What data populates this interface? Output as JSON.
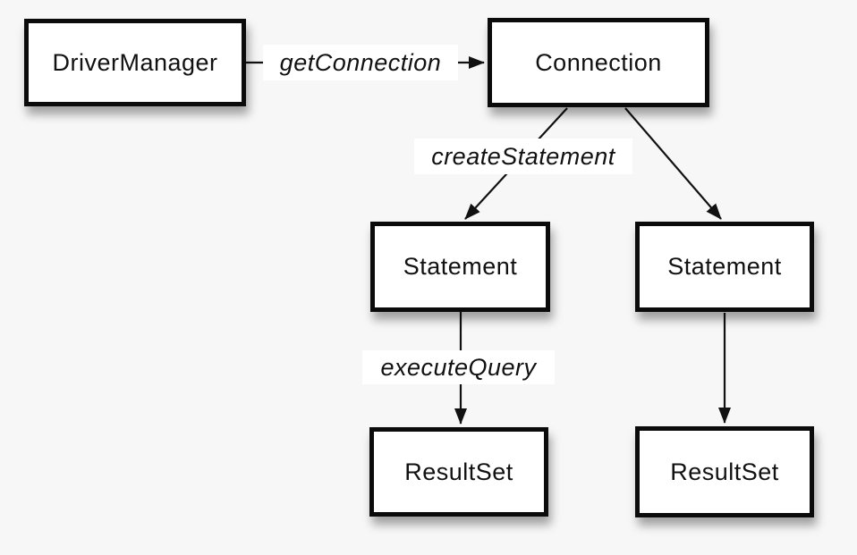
{
  "diagram": {
    "type": "flow-diagram",
    "nodes": [
      {
        "id": "drivermanager",
        "label": "DriverManager"
      },
      {
        "id": "connection",
        "label": "Connection"
      },
      {
        "id": "statement-left",
        "label": "Statement"
      },
      {
        "id": "statement-right",
        "label": "Statement"
      },
      {
        "id": "resultset-left",
        "label": "ResultSet"
      },
      {
        "id": "resultset-right",
        "label": "ResultSet"
      }
    ],
    "edges": [
      {
        "from": "drivermanager",
        "to": "connection",
        "label": "getConnection"
      },
      {
        "from": "connection",
        "to": "statement-left",
        "label": "createStatement"
      },
      {
        "from": "connection",
        "to": "statement-right",
        "label": ""
      },
      {
        "from": "statement-left",
        "to": "resultset-left",
        "label": "executeQuery"
      },
      {
        "from": "statement-right",
        "to": "resultset-right",
        "label": ""
      }
    ],
    "colors": {
      "background": "#f7f7f7",
      "box_fill": "#ffffff",
      "box_border": "#0b0b0b",
      "line": "#111111",
      "label_background": "#ffffff",
      "text": "#111111"
    }
  }
}
